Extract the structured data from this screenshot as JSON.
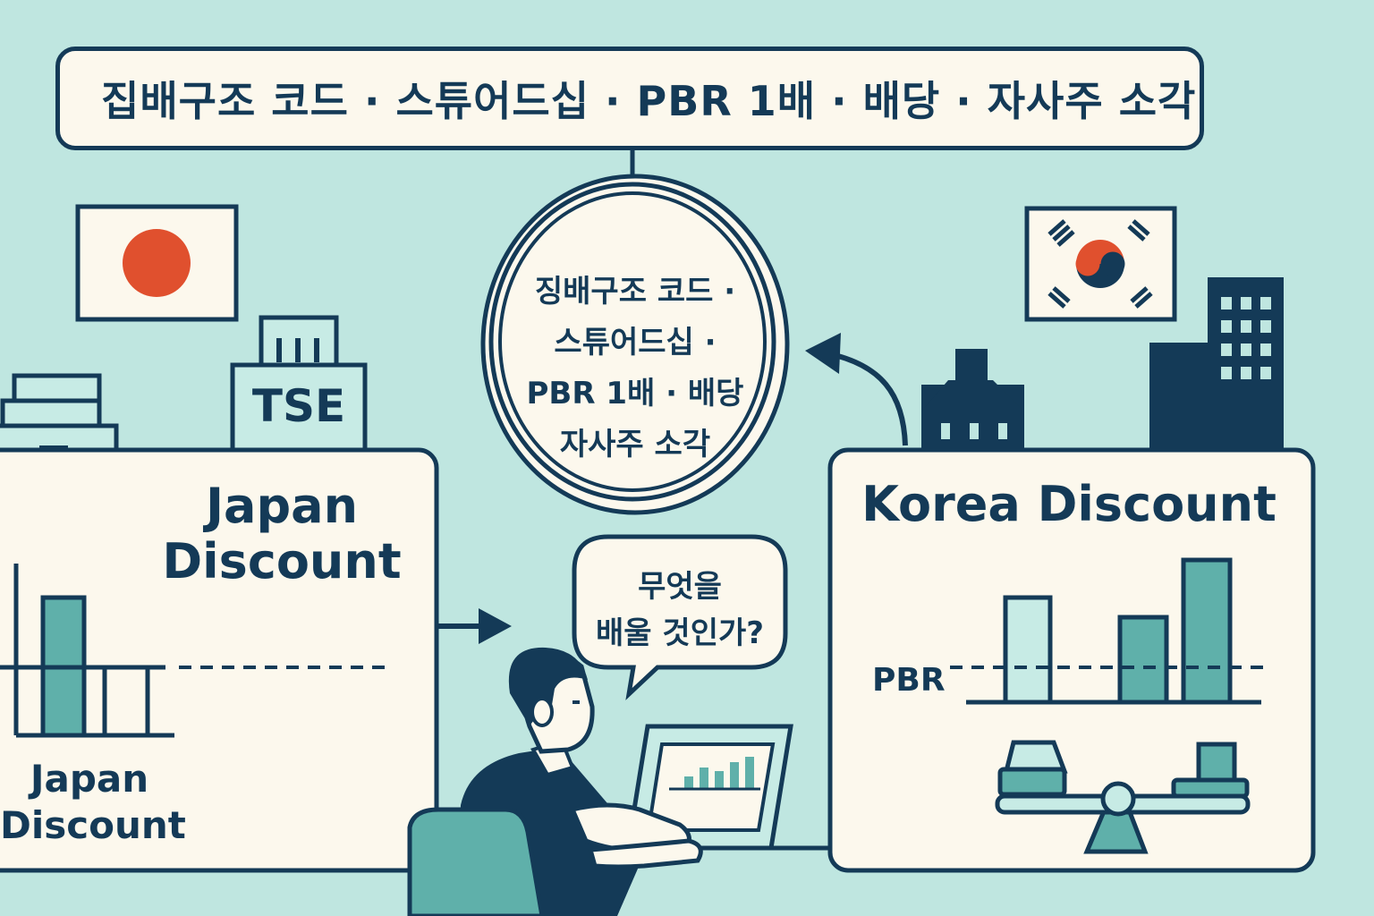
{
  "banner": {
    "text": "집배구조 코드 · 스튜어드십 · PBR 1배 · 배당 · 자사주 소각"
  },
  "circle": {
    "lines": [
      "징배구조 코드 ·",
      "스튜어드십 ·",
      "PBR 1배 · 배당",
      "자사주 소각"
    ]
  },
  "japan": {
    "title_lines": [
      "Japan",
      "Discount"
    ],
    "chart_label_lines": [
      "Japan",
      "Discount"
    ],
    "building_label": "TSE",
    "flag_circle_color": "#e0502e"
  },
  "korea": {
    "title": "Korea Discount",
    "pbr_label": "PBR",
    "flag_red": "#e0502e",
    "flag_blue": "#143a57"
  },
  "bubble": {
    "lines": [
      "무엇을",
      "배울 것인가?"
    ]
  },
  "colors": {
    "background": "#bfe6e0",
    "ink": "#143a57",
    "accent": "#5fb0aa",
    "light": "#c7ebe5",
    "panel": "#fcf8ed"
  }
}
